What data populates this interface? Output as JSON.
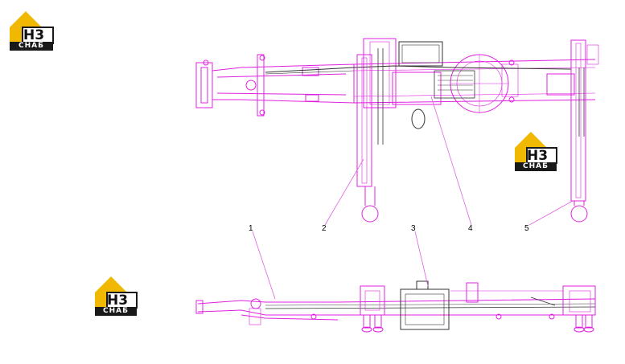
{
  "logos": [
    {
      "mark": "H3",
      "label": "СНАБ"
    },
    {
      "mark": "H3",
      "label": "СНАБ"
    },
    {
      "mark": "H3",
      "label": "СНАБ"
    }
  ],
  "callouts": [
    "1",
    "2",
    "3",
    "4",
    "5"
  ],
  "colors": {
    "line": "#e020e0",
    "dark": "#333333",
    "leader": "#e060e0",
    "logo_yellow": "#f0b800",
    "logo_black": "#1a1a1a"
  }
}
